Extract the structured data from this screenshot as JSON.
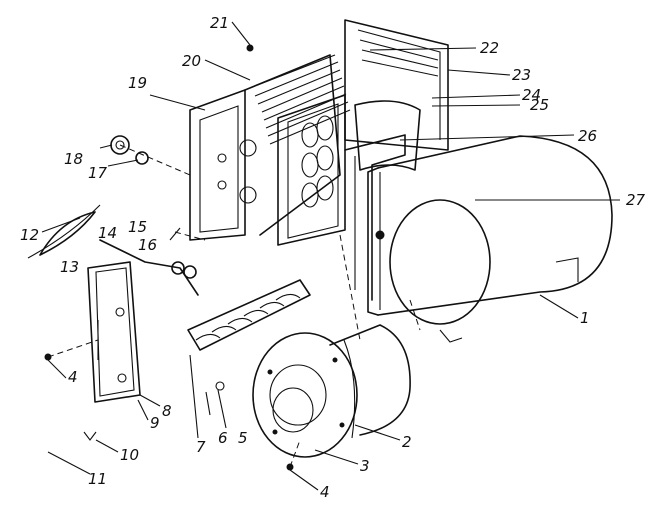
{
  "labels": {
    "l1": "1",
    "l2": "2",
    "l3": "3",
    "l4a": "4",
    "l4b": "4",
    "l5": "5",
    "l6": "6",
    "l7": "7",
    "l8": "8",
    "l9": "9",
    "l10": "10",
    "l11": "11",
    "l12": "12",
    "l13": "13",
    "l14": "14",
    "l15": "15",
    "l16": "16",
    "l17": "17",
    "l18": "18",
    "l19": "19",
    "l20": "20",
    "l21": "21",
    "l22": "22",
    "l23": "23",
    "l24": "24",
    "l25": "25",
    "l26": "26",
    "l27": "27"
  }
}
